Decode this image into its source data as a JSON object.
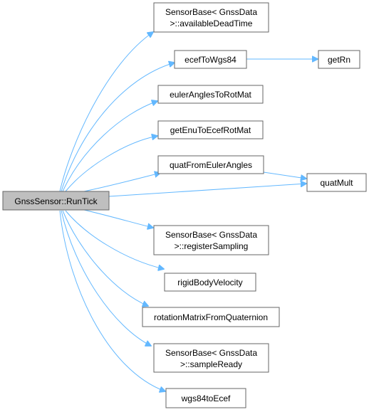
{
  "root": {
    "id": "run_tick",
    "lines": [
      "GnssSensor::RunTick"
    ]
  },
  "nodes": [
    {
      "id": "available_dead_time",
      "lines": [
        "SensorBase< GnssData",
        ">::availableDeadTime"
      ]
    },
    {
      "id": "ecef_to_wgs84",
      "lines": [
        "ecefToWgs84"
      ]
    },
    {
      "id": "get_rn",
      "lines": [
        "getRn"
      ]
    },
    {
      "id": "euler_angles_to_rot_mat",
      "lines": [
        "eulerAnglesToRotMat"
      ]
    },
    {
      "id": "get_enu_to_ecef_rot_mat",
      "lines": [
        "getEnuToEcefRotMat"
      ]
    },
    {
      "id": "quat_from_euler_angles",
      "lines": [
        "quatFromEulerAngles"
      ]
    },
    {
      "id": "quat_mult",
      "lines": [
        "quatMult"
      ]
    },
    {
      "id": "register_sampling",
      "lines": [
        "SensorBase< GnssData",
        ">::registerSampling"
      ]
    },
    {
      "id": "rigid_body_velocity",
      "lines": [
        "rigidBodyVelocity"
      ]
    },
    {
      "id": "rotation_matrix_from_quaternion",
      "lines": [
        "rotationMatrixFromQuaternion"
      ]
    },
    {
      "id": "sample_ready",
      "lines": [
        "SensorBase< GnssData",
        ">::sampleReady"
      ]
    },
    {
      "id": "wgs84_to_ecef",
      "lines": [
        "wgs84toEcef"
      ]
    }
  ],
  "edges": [
    {
      "from": "run_tick",
      "to": "available_dead_time"
    },
    {
      "from": "run_tick",
      "to": "ecef_to_wgs84"
    },
    {
      "from": "ecef_to_wgs84",
      "to": "get_rn"
    },
    {
      "from": "run_tick",
      "to": "euler_angles_to_rot_mat"
    },
    {
      "from": "run_tick",
      "to": "get_enu_to_ecef_rot_mat"
    },
    {
      "from": "run_tick",
      "to": "quat_from_euler_angles"
    },
    {
      "from": "quat_from_euler_angles",
      "to": "quat_mult"
    },
    {
      "from": "run_tick",
      "to": "quat_mult"
    },
    {
      "from": "run_tick",
      "to": "register_sampling"
    },
    {
      "from": "run_tick",
      "to": "rigid_body_velocity"
    },
    {
      "from": "run_tick",
      "to": "rotation_matrix_from_quaternion"
    },
    {
      "from": "run_tick",
      "to": "sample_ready"
    },
    {
      "from": "run_tick",
      "to": "wgs84_to_ecef"
    }
  ],
  "colors": {
    "edge": "#63b8ff",
    "root_fill": "#bfbfbf",
    "node_stroke": "#666666"
  }
}
